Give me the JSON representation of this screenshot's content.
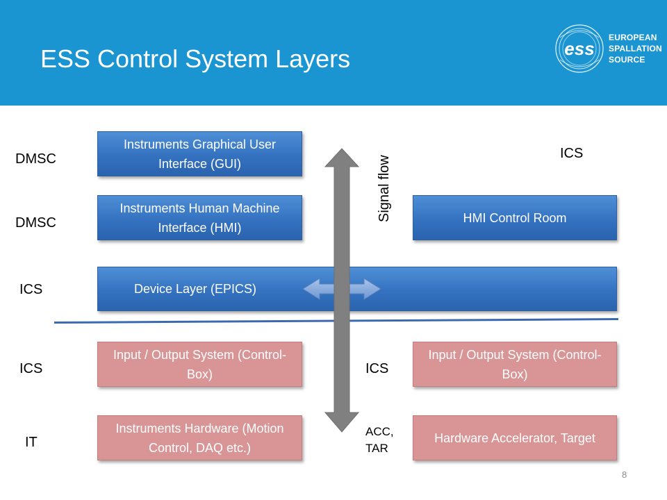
{
  "header": {
    "title": "ESS Control System Layers",
    "logo_lines": [
      "EUROPEAN",
      "SPALLATION",
      "SOURCE"
    ],
    "logo_mark": "ess",
    "background": "#1a95d2"
  },
  "left_labels": [
    "DMSC",
    "DMSC",
    "ICS",
    "ICS",
    "IT"
  ],
  "right_labels": {
    "top": "ICS",
    "io": "ICS",
    "hw": "ACC, TAR"
  },
  "boxes": {
    "gui": "Instruments Graphical User Interface (GUI)",
    "hmi": "Instruments Human Machine Interface (HMI)",
    "hmi_control_room": "HMI Control Room",
    "device_layer": "Device Layer (EPICS)",
    "io_left": "Input / Output System (Control-Box)",
    "io_right": "Input / Output System (Control-Box)",
    "hw_left": "Instruments Hardware (Motion Control, DAQ etc.)",
    "hw_right": "Hardware Accelerator, Target"
  },
  "signal_flow_label": "Signal flow",
  "page_number": "8",
  "colors": {
    "software_layer": "#3472c0",
    "hardware_layer": "#d99595",
    "arrow": "#7f7f7f",
    "device_arrow": "#7fa6dc"
  }
}
